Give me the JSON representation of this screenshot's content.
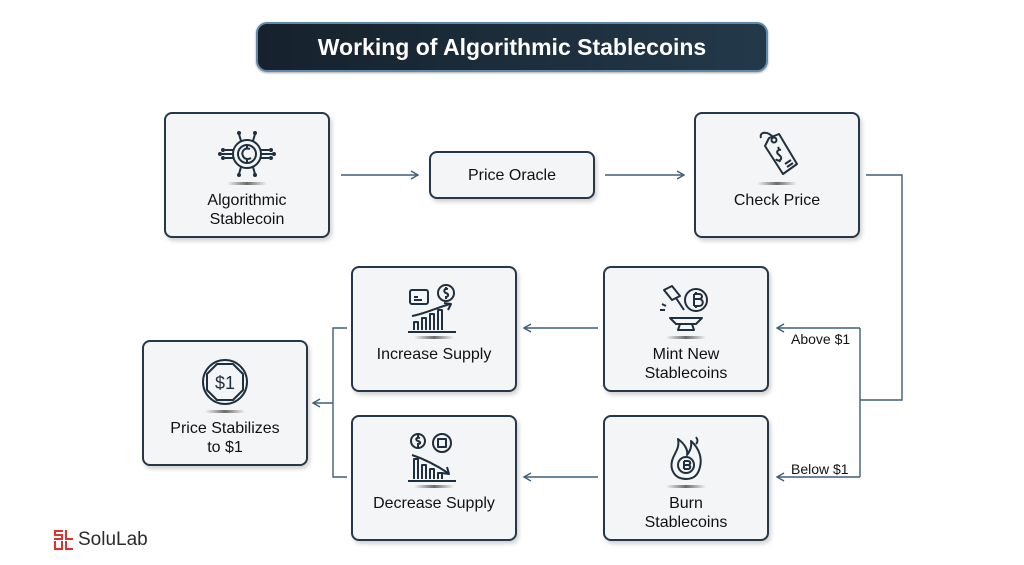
{
  "title": "Working of Algorithmic Stablecoins",
  "nodes": {
    "algorithmic_stablecoin": {
      "label_line1": "Algorithmic",
      "label_line2": "Stablecoin",
      "icon": "coin-circuit-icon"
    },
    "price_oracle": {
      "label": "Price Oracle"
    },
    "check_price": {
      "label": "Check Price",
      "icon": "price-tag-icon"
    },
    "mint_new": {
      "label_line1": "Mint New",
      "label_line2": "Stablecoins",
      "icon": "minting-hammer-icon"
    },
    "increase_supply": {
      "label": "Increase Supply",
      "icon": "growth-chart-icon"
    },
    "burn": {
      "label_line1": "Burn",
      "label_line2": "Stablecoins",
      "icon": "burning-coin-icon"
    },
    "decrease_supply": {
      "label": "Decrease Supply",
      "icon": "decline-chart-icon"
    },
    "price_stabilizes": {
      "label_line1": "Price Stabilizes",
      "label_line2": "to $1",
      "icon": "dollar-octagon-icon"
    }
  },
  "branches": {
    "above": "Above $1",
    "below": "Below $1"
  },
  "dollar_badge": "$1",
  "brand": {
    "name": "SoluLab",
    "logo_letters": "SL"
  },
  "colors": {
    "node_border": "#25384a",
    "node_fill": "#f4f5f6",
    "arrow": "#3d5f7a",
    "title_bg": "#1c2b38",
    "brand_accent": "#e0312c"
  }
}
